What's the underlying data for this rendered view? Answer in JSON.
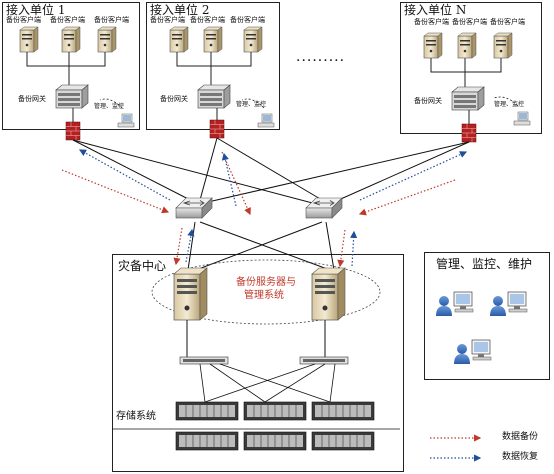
{
  "units": [
    {
      "title": "接入单位 1",
      "clients": [
        "备份客户端",
        "备份客户端",
        "备份客户端"
      ],
      "gateway": "备份网关",
      "monitor": "管理、监控"
    },
    {
      "title": "接入单位 2",
      "clients": [
        "备份客户端",
        "备份客户端",
        "备份客户端"
      ],
      "gateway": "备份网关",
      "monitor": "管理、监控"
    },
    {
      "title": "接入单位 N",
      "clients": [
        "备份客户端",
        "备份客户端",
        "备份客户端"
      ],
      "gateway": "备份网关",
      "monitor": "管理、监控"
    }
  ],
  "ellipsis": "·········",
  "center": {
    "title": "灾备中心",
    "server_label_line1": "备份服务器与",
    "server_label_line2": "管理系统",
    "storage_label": "存储系统"
  },
  "management": {
    "title": "管理、监控、维护"
  },
  "legend": {
    "backup": "数据备份",
    "restore": "数据恢复",
    "backup_color": "#c0392b",
    "restore_color": "#1f4e9a"
  }
}
